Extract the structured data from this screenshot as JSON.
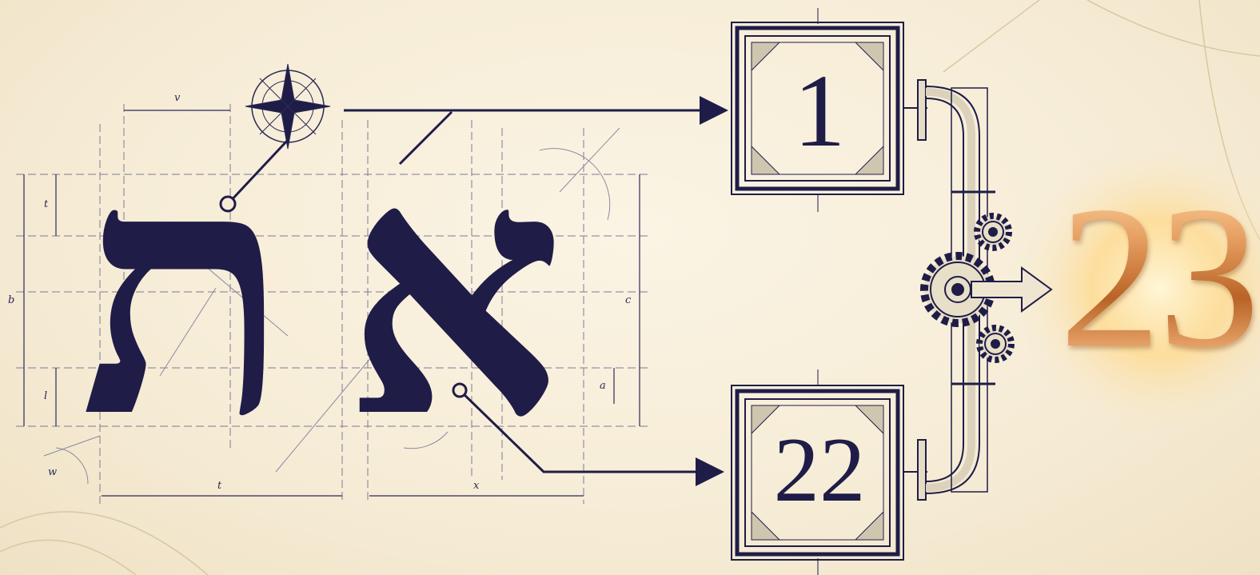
{
  "letters": {
    "tav": "ת",
    "alef": "א"
  },
  "dimension_labels": {
    "top": "v",
    "left_upper": "t",
    "left_side": "b",
    "left_lower": "l",
    "corner": "w",
    "bottom_left": "t",
    "bottom_right": "x",
    "right_side": "c",
    "right_lower": "a"
  },
  "boxes": {
    "first": "1",
    "second": "22"
  },
  "result": "23",
  "colors": {
    "ink": "#1f1d47",
    "gold": "#c9773a",
    "paper": "#f6ecd6",
    "line": "#2a2a55"
  }
}
